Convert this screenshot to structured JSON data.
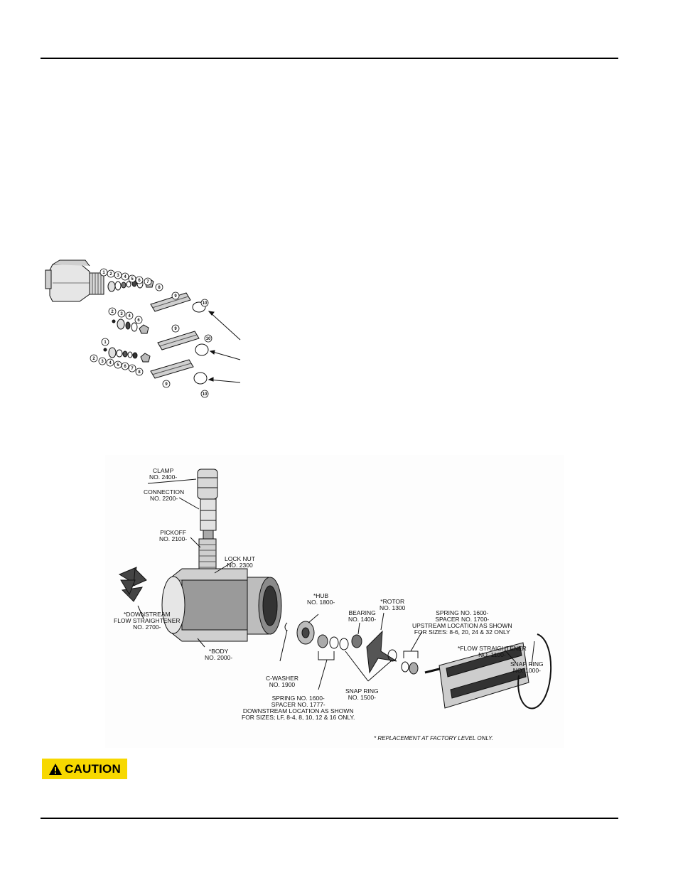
{
  "figure_small": {
    "callout_numbers": [
      "1",
      "2",
      "3",
      "4",
      "5",
      "6",
      "7",
      "8",
      "9",
      "10"
    ]
  },
  "figure_large": {
    "labels": {
      "clamp": [
        "CLAMP",
        "NO. 2400-"
      ],
      "connection": [
        "CONNECTION",
        "NO. 2200-"
      ],
      "pickoff": [
        "PICKOFF",
        "NO. 2100-"
      ],
      "lock_nut": [
        "LOCK NUT",
        "NO. 2300"
      ],
      "downstream_straightener": [
        "*DOWNSTREAM",
        "FLOW STRAIGHTENER",
        "NO. 2700-"
      ],
      "body": [
        "*BODY",
        "NO. 2000-"
      ],
      "hub": [
        "*HUB",
        "NO. 1800-"
      ],
      "bearing": [
        "BEARING",
        "NO. 1400-"
      ],
      "rotor": [
        "*ROTOR",
        "NO. 1300"
      ],
      "spring_upstream": [
        "SPRING NO. 1600-",
        "SPACER NO. 1700-",
        "UPSTREAM LOCATION AS SHOWN",
        "FOR SIZES: 8-6, 20, 24 & 32 ONLY"
      ],
      "flow_straightener": [
        "*FLOW STRAIGHTENER",
        "NO. 1100-"
      ],
      "snap_ring_1000": [
        "SNAP RING",
        "NO. 1000-"
      ],
      "c_washer": [
        "C-WASHER",
        "NO. 1900"
      ],
      "snap_ring_1500": [
        "SNAP RING",
        "NO. 1500-"
      ],
      "spring_downstream": [
        "SPRING NO. 1600-",
        "SPACER NO. 1777-",
        "DOWNSTREAM LOCATION AS SHOWN",
        "FOR SIZES; LF, 8-4, 8, 10, 12 & 16 ONLY."
      ]
    },
    "footnote": "* REPLACEMENT AT FACTORY LEVEL ONLY."
  },
  "caution": {
    "label": "CAUTION",
    "icon": "warning-triangle-icon",
    "color": "#f7d800"
  }
}
